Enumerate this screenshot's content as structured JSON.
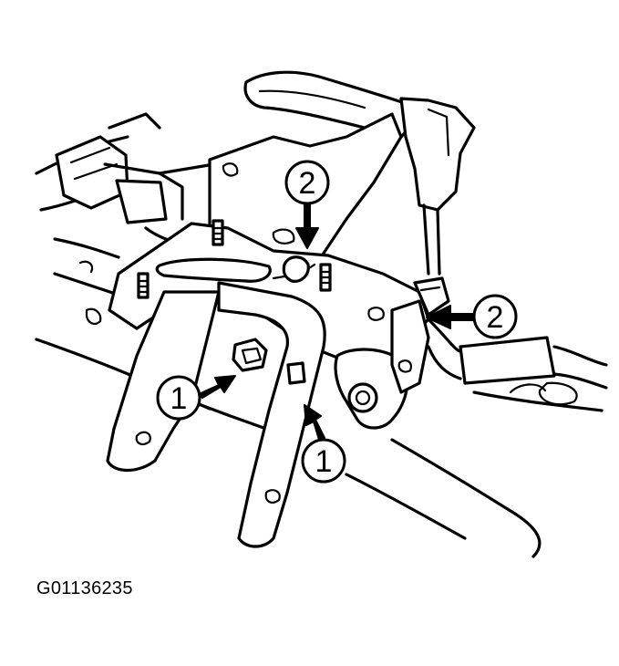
{
  "figure": {
    "id": "G01136235"
  },
  "callouts": [
    {
      "label": "1"
    },
    {
      "label": "1"
    },
    {
      "label": "2"
    },
    {
      "label": "2"
    }
  ],
  "colors": {
    "ink": "#000000",
    "paper": "#ffffff"
  }
}
